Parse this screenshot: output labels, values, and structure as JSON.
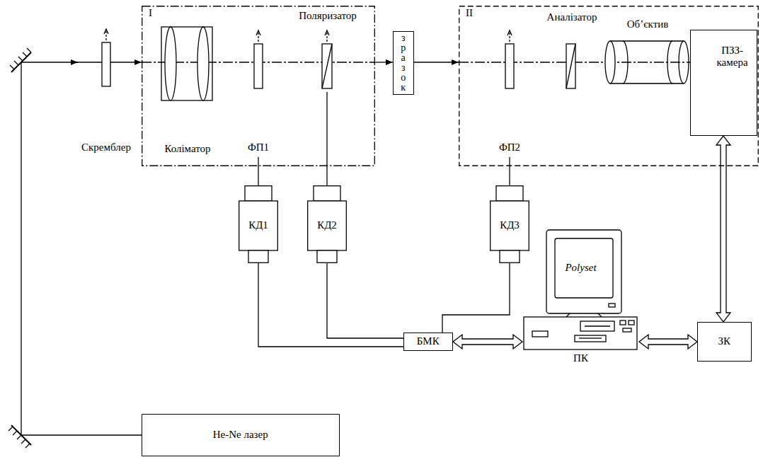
{
  "diagram": {
    "nodes": [
      {
        "text": [
          "I"
        ]
      },
      {
        "text": [
          "Коліматор"
        ],
        "in": 0
      },
      {
        "text": [
          "ФП1"
        ],
        "in": 0
      },
      {
        "text": [
          "Поляризатор"
        ],
        "in": 0
      },
      {
        "text": [
          "зразок"
        ]
      },
      {
        "text": [
          "II"
        ]
      },
      {
        "text": [
          "ФП2"
        ],
        "in": 5
      },
      {
        "text": [
          "Аналізатор"
        ],
        "in": 5
      },
      {
        "text": [
          "Об’єктив"
        ],
        "in": 5
      },
      {
        "text": [
          "ПЗЗ- камера"
        ],
        "in": 5
      },
      {
        "text": [
          "Скремблер"
        ]
      },
      {
        "text": [
          "КД1"
        ]
      },
      {
        "text": [
          "КД2"
        ]
      },
      {
        "text": [
          "КД3"
        ]
      },
      {
        "text": [
          "БМК"
        ]
      },
      {
        "text": [
          "Polyset",
          "ПК"
        ]
      },
      {
        "text": [
          "ЗК"
        ]
      },
      {
        "text": [
          "He-Ne лазер"
        ]
      }
    ],
    "edges": [
      {
        "from": 17,
        "to": 10,
        "arrow": "to"
      },
      {
        "from": 10,
        "to": 0,
        "arrow": "to"
      },
      {
        "from": 0,
        "to": 4,
        "arrow": "to"
      },
      {
        "from": 4,
        "to": 5,
        "arrow": "to"
      },
      {
        "from": 11,
        "to": 2,
        "arrow": "none"
      },
      {
        "from": 12,
        "to": 3,
        "arrow": "none"
      },
      {
        "from": 13,
        "to": 6,
        "arrow": "none"
      },
      {
        "from": 11,
        "to": 14,
        "arrow": "none"
      },
      {
        "from": 12,
        "to": 14,
        "arrow": "none"
      },
      {
        "from": 13,
        "to": 14,
        "arrow": "none"
      },
      {
        "from": 14,
        "to": 15,
        "arrow": "both"
      },
      {
        "from": 15,
        "to": 16,
        "arrow": "both"
      },
      {
        "from": 9,
        "to": 16,
        "arrow": "both"
      }
    ]
  }
}
